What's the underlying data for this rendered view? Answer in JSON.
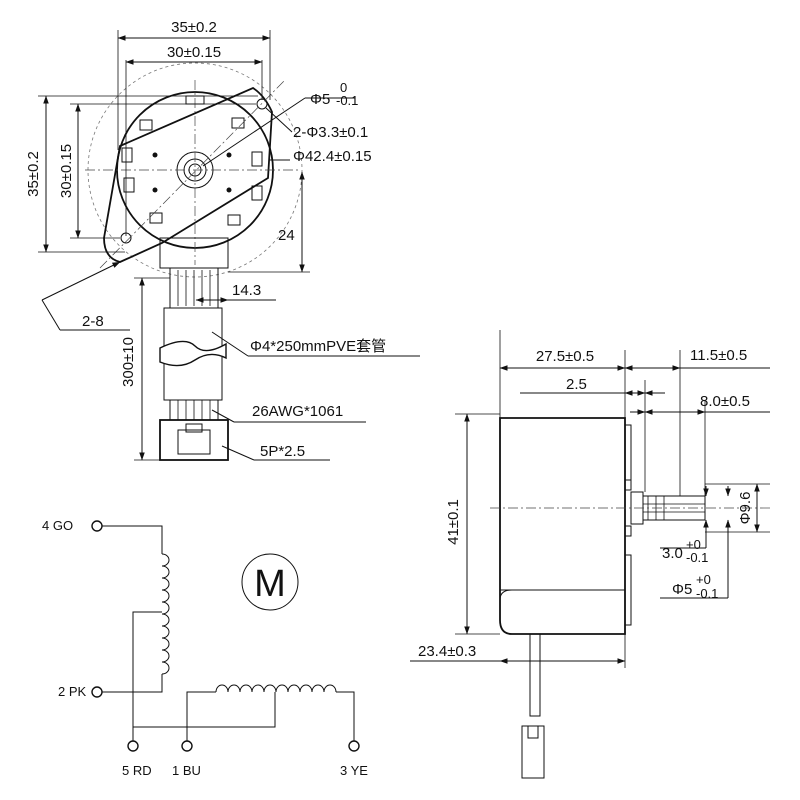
{
  "front_view": {
    "dims": {
      "width_outer": "35±0.2",
      "width_inner": "30±0.15",
      "height_outer": "35±0.2",
      "height_inner": "30±0.15",
      "shaft_dia_base": "Φ5",
      "shaft_dia_upper": "0",
      "shaft_dia_lower": "-0.1",
      "mount_holes": "2-Φ3.3±0.1",
      "body_dia": "Φ42.4±0.15",
      "offset_24": "24",
      "offset_14_3": "14.3",
      "radius_2_8": "2-8"
    }
  },
  "cable": {
    "length": "300±10",
    "sleeve": "Φ4*250mmPVE套管",
    "wire": "26AWG*1061",
    "connector": "5P*2.5"
  },
  "side_view": {
    "dims": {
      "body_length": "27.5±0.5",
      "shaft_length": "11.5±0.5",
      "flange_2_5": "2.5",
      "shaft_8_0": "8.0±0.5",
      "height_41": "41±0.1",
      "base_23_4": "23.4±0.3",
      "boss_dia": "Φ9.6",
      "flat_base": "3.0",
      "flat_upper": "+0",
      "flat_lower": "-0.1",
      "shaft_base": "Φ5",
      "shaft_upper": "+0",
      "shaft_lower": "-0.1"
    }
  },
  "wiring": {
    "motor_symbol": "M",
    "terminals": {
      "go": "4 GO",
      "pk": "2 PK",
      "rd": "5 RD",
      "bu": "1 BU",
      "ye": "3 YE"
    }
  }
}
